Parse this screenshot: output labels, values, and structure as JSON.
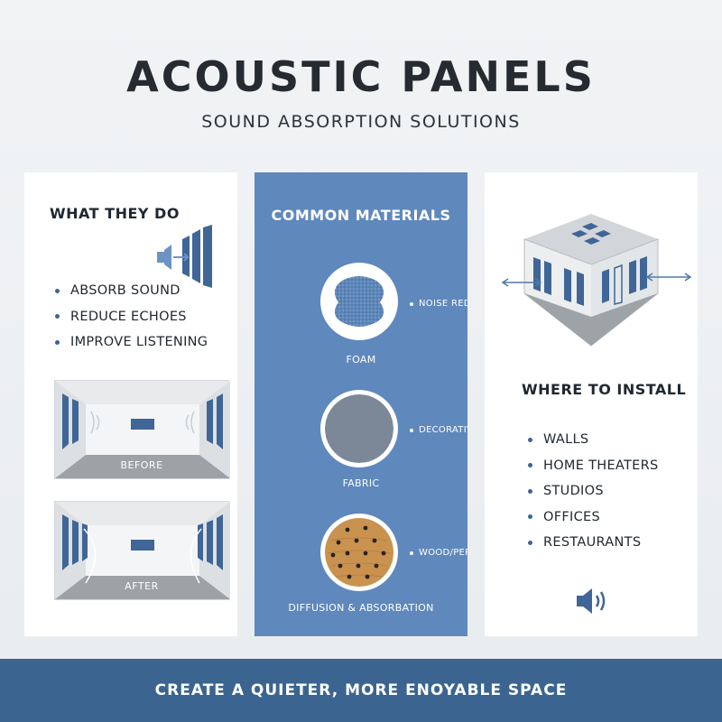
{
  "header": {
    "title": "ACOUSTIC PANELS",
    "subtitle": "SOUND ABSORPTION SOLUTIONS"
  },
  "left": {
    "heading": "WHAT THEY DO",
    "bullets": [
      "ABSORB SOUND",
      "REDUCE ECHOES",
      "IMPROVE LISTENING"
    ],
    "before_label": "BEFORE",
    "after_label": "AFTER"
  },
  "middle": {
    "heading": "COMMON MATERIALS",
    "materials": [
      {
        "label": "FOAM",
        "note": "NOISE REDUCTI"
      },
      {
        "label": "FABRIC",
        "note": "DECORATIVE"
      },
      {
        "label": "DIFFUSION & ABSORBATION",
        "note": "WOOD/PERFOR"
      }
    ]
  },
  "right": {
    "heading": "WHERE TO INSTALL",
    "bullets": [
      "WALLS",
      "HOME THEATERS",
      "STUDIOS",
      "OFFICES",
      "RESTAURANTS"
    ]
  },
  "footer": {
    "text": "CREATE A QUIETER, MORE ENOYABLE SPACE"
  },
  "colors": {
    "accent": "#5f88bd",
    "footer": "#3b6590",
    "panel_blue": "#3d6494"
  },
  "icons": [
    "sound-wave-panels-icon",
    "speaker-icon",
    "double-arrow-icon"
  ]
}
